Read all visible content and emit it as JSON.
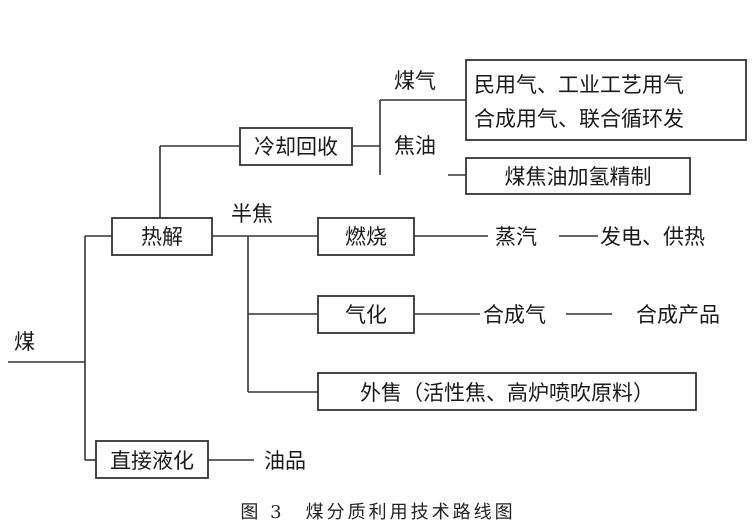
{
  "nodes": {
    "coal": "煤",
    "pyrolysis": "热解",
    "direct_liquefaction": "直接液化",
    "cooling_recovery": "冷却回收",
    "semi_coke": "半焦",
    "gas": "煤气",
    "tar": "焦油",
    "gas_uses_line1": "民用气、工业工艺用气",
    "gas_uses_line2": "合成用气、联合循环发",
    "tar_hydrogenation": "煤焦油加氢精制",
    "combustion": "燃烧",
    "steam": "蒸汽",
    "power_heat": "发电、供热",
    "gasification": "气化",
    "syngas": "合成气",
    "synthesis_products": "合成产品",
    "sale": "外售（活性焦、高炉喷吹原料）",
    "oil_products": "油品"
  },
  "caption": "图 3　煤分质利用技术路线图"
}
